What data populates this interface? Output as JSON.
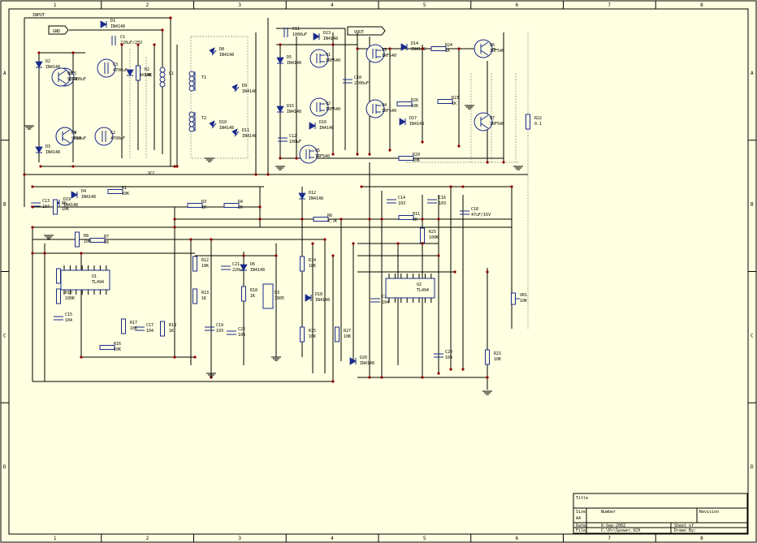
{
  "sheet": {
    "zone_cols": [
      "1",
      "2",
      "3",
      "4",
      "5",
      "6",
      "7",
      "8"
    ],
    "zone_rows": [
      "A",
      "B",
      "C",
      "D"
    ]
  },
  "title_block": {
    "title_label": "Title",
    "size_label": "Size",
    "size_value": "A4",
    "number_label": "Number",
    "revision_label": "Revision",
    "date_label": "Date:",
    "date_value": "6-Sep-2002",
    "file_label": "File:",
    "file_value": "C:\\Pc\\Spower.SCH",
    "sheet_label": "Sheet  of",
    "drawn_label": "Drawn By:"
  },
  "net_labels": {
    "input": "INPUT",
    "gnd": "GND",
    "vout": "VOUT",
    "vcc": "VCC"
  },
  "components": [
    {
      "ref": "C1",
      "value": "220uF/25V"
    },
    {
      "ref": "C2",
      "value": "4700uF"
    },
    {
      "ref": "C3",
      "value": "4700uF"
    },
    {
      "ref": "C4",
      "value": "1000uF"
    },
    {
      "ref": "C5",
      "value": "1000uF"
    },
    {
      "ref": "C10",
      "value": "2200uF"
    },
    {
      "ref": "C11",
      "value": "1000uF"
    },
    {
      "ref": "C12",
      "value": "100uF"
    },
    {
      "ref": "C13",
      "value": "104"
    },
    {
      "ref": "C14",
      "value": "103"
    },
    {
      "ref": "C15",
      "value": "104"
    },
    {
      "ref": "C16",
      "value": "103"
    },
    {
      "ref": "C17",
      "value": "104"
    },
    {
      "ref": "C18",
      "value": "47uF/16V"
    },
    {
      "ref": "C19",
      "value": "103"
    },
    {
      "ref": "C20",
      "value": "104"
    },
    {
      "ref": "C21",
      "value": "220uF"
    },
    {
      "ref": "C22",
      "value": "104"
    },
    {
      "ref": "C23",
      "value": "104"
    },
    {
      "ref": "D1",
      "value": "IN4148"
    },
    {
      "ref": "D2",
      "value": "IN4148"
    },
    {
      "ref": "D3",
      "value": "IN4148"
    },
    {
      "ref": "D4",
      "value": "IN4148"
    },
    {
      "ref": "D5",
      "value": "IN4148"
    },
    {
      "ref": "D6",
      "value": "IN4148"
    },
    {
      "ref": "D7",
      "value": "IN4148"
    },
    {
      "ref": "D8",
      "value": "IN4148"
    },
    {
      "ref": "D9",
      "value": "IN4148"
    },
    {
      "ref": "D10",
      "value": "IN4148"
    },
    {
      "ref": "D11",
      "value": "IN4148"
    },
    {
      "ref": "D12",
      "value": "IN4148"
    },
    {
      "ref": "D13",
      "value": "IN4148"
    },
    {
      "ref": "D14",
      "value": "IN4148"
    },
    {
      "ref": "D15",
      "value": "IN4148"
    },
    {
      "ref": "D16",
      "value": "IN4148"
    },
    {
      "ref": "D17",
      "value": "IN4148"
    },
    {
      "ref": "D18",
      "value": "IN4148"
    },
    {
      "ref": "D19",
      "value": "IN4148"
    },
    {
      "ref": "D20",
      "value": "IN4148"
    },
    {
      "ref": "Q1",
      "value": "IRF540"
    },
    {
      "ref": "Q2",
      "value": "IRF540"
    },
    {
      "ref": "Q3",
      "value": "IRF540"
    },
    {
      "ref": "Q4",
      "value": "IRF540"
    },
    {
      "ref": "Q5",
      "value": "IRF540"
    },
    {
      "ref": "Q6",
      "value": "IRF540"
    },
    {
      "ref": "Q7",
      "value": "IRF540"
    },
    {
      "ref": "Q8",
      "value": "9014"
    },
    {
      "ref": "Q9",
      "value": "9014"
    },
    {
      "ref": "Q10",
      "value": "9014"
    },
    {
      "ref": "R1",
      "value": "10K"
    },
    {
      "ref": "R2",
      "value": "10K"
    },
    {
      "ref": "R3",
      "value": "1K"
    },
    {
      "ref": "R4",
      "value": "2K"
    },
    {
      "ref": "R5",
      "value": "10K"
    },
    {
      "ref": "R6",
      "value": "4.7K"
    },
    {
      "ref": "R7",
      "value": "1K"
    },
    {
      "ref": "R8",
      "value": "10K"
    },
    {
      "ref": "R9",
      "value": "4.7K"
    },
    {
      "ref": "R10",
      "value": "100K"
    },
    {
      "ref": "R11",
      "value": "1K"
    },
    {
      "ref": "R12",
      "value": "10K"
    },
    {
      "ref": "R13",
      "value": "1K"
    },
    {
      "ref": "R14",
      "value": "10K"
    },
    {
      "ref": "R15",
      "value": "10K"
    },
    {
      "ref": "R16",
      "value": "10K"
    },
    {
      "ref": "R17",
      "value": "10K"
    },
    {
      "ref": "R18",
      "value": "1K"
    },
    {
      "ref": "R19",
      "value": "1K"
    },
    {
      "ref": "R20",
      "value": "10K"
    },
    {
      "ref": "R21",
      "value": "10K"
    },
    {
      "ref": "R22",
      "value": "0.1"
    },
    {
      "ref": "R23",
      "value": "1K"
    },
    {
      "ref": "R24",
      "value": "1K"
    },
    {
      "ref": "R25",
      "value": "100K"
    },
    {
      "ref": "R26",
      "value": "10K"
    },
    {
      "ref": "R27",
      "value": "10K"
    },
    {
      "ref": "U1",
      "value": "TL494"
    },
    {
      "ref": "U2",
      "value": "TL494"
    },
    {
      "ref": "U3",
      "value": "7805"
    },
    {
      "ref": "T1",
      "value": ""
    },
    {
      "ref": "T2",
      "value": ""
    },
    {
      "ref": "L1",
      "value": ""
    },
    {
      "ref": "VR1",
      "value": "10K"
    }
  ]
}
